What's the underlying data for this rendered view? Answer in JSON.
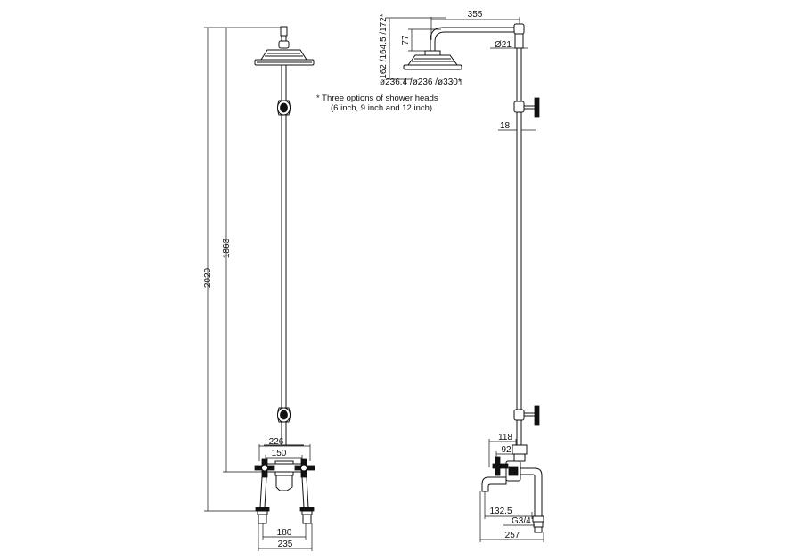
{
  "front_view": {
    "dim_total_height": "2020",
    "dim_handle_height": "1863",
    "dim_outer_handles": "226",
    "dim_inner_handles": "150",
    "dim_legs_inner": "180",
    "dim_legs_outer": "235"
  },
  "side_view": {
    "dim_arm_length": "355",
    "dim_arm_drop": "77",
    "dim_head_heights": "162 /164.5 /172*",
    "dim_head_diameters": "ø236.4 /ø236 /ø330*",
    "dim_rail_diameter": "Ø21",
    "dim_bracket_offset": "18",
    "dim_valve_118": "118",
    "dim_valve_92": "92",
    "dim_spout": "132.5",
    "dim_thread": "G3/4",
    "dim_depth": "257"
  },
  "note": {
    "line1": "* Three options of shower heads",
    "line2": "(6 inch, 9 inch and 12 inch)"
  }
}
